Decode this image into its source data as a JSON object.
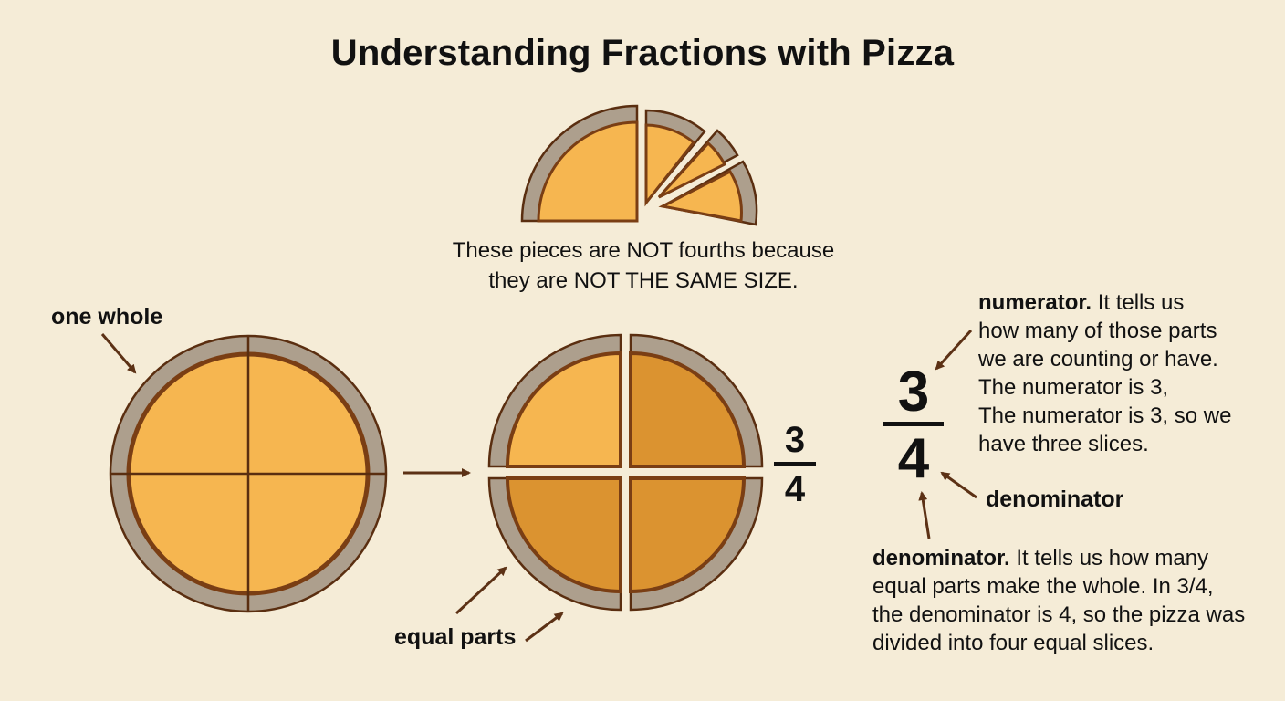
{
  "title": "Understanding Fractions with Pizza",
  "unequal_note": {
    "line1": "These pieces are NOT fourths because",
    "line2": "they are NOT THE SAME SIZE."
  },
  "labels": {
    "one_whole": "one whole",
    "equal_parts": "equal parts",
    "denominator": "denominator"
  },
  "fraction": {
    "numerator": "3",
    "denominator": "4"
  },
  "numerator_text": {
    "term": "numerator.",
    "line1": "It tells us",
    "line2": "how many of those parts",
    "line3": "we are counting or have.",
    "line4": "The numerator is 3,",
    "line5": "The numerator is 3, so we",
    "line6": "have three slices."
  },
  "denominator_text": {
    "term": "denominator.",
    "line1": "It tells us how many",
    "line2": "equal parts make the whole. In 3/4,",
    "line3": "the denominator is 4, so the pizza was",
    "line4": "divided into four equal slices."
  },
  "pizza_whole": {
    "slices": 4,
    "shaded": 0
  },
  "pizza_fraction": {
    "slices": 4,
    "shaded": 3
  },
  "colors": {
    "background": "#f5ecd7",
    "crust": "#ad9f8d",
    "sauce_outline": "#7a3e14",
    "cheese_light": "#f6b650",
    "cheese_dark": "#db9330",
    "arrow": "#5c3115",
    "text": "#111111"
  }
}
